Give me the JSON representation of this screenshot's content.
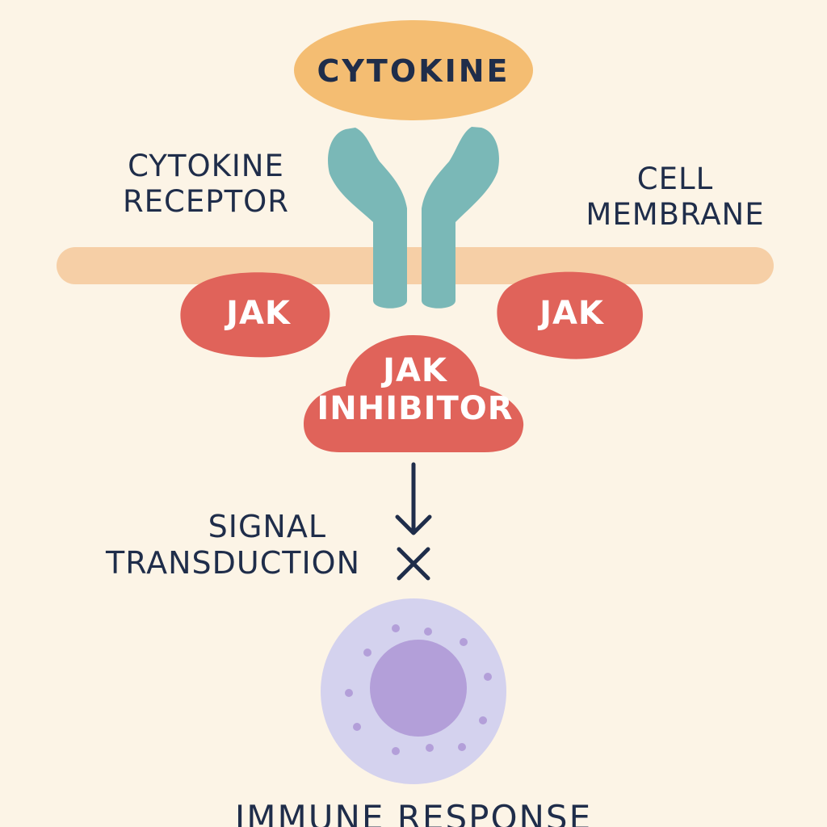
{
  "nodes": {
    "cytokine": "CYTOKINE",
    "receptor_line1": "CYTOKINE",
    "receptor_line2": "RECEPTOR",
    "membrane_line1": "CELL",
    "membrane_line2": "MEMBRANE",
    "jak_left": "JAK",
    "jak_right": "JAK",
    "inhibitor_line1": "JAK",
    "inhibitor_line2": "INHIBITOR",
    "signal_line1": "SIGNAL",
    "signal_line2": "TRANSDUCTION",
    "immune_response": "IMMUNE RESPONSE"
  },
  "colors": {
    "background": "#fcf4e6",
    "cytokine": "#f4bd72",
    "membrane": "#f6cfa6",
    "receptor": "#7ab8b7",
    "jak": "#e0635a",
    "cell_outer": "#d4d2ee",
    "cell_nucleus": "#b39fd9",
    "text": "#1f2d4a"
  }
}
